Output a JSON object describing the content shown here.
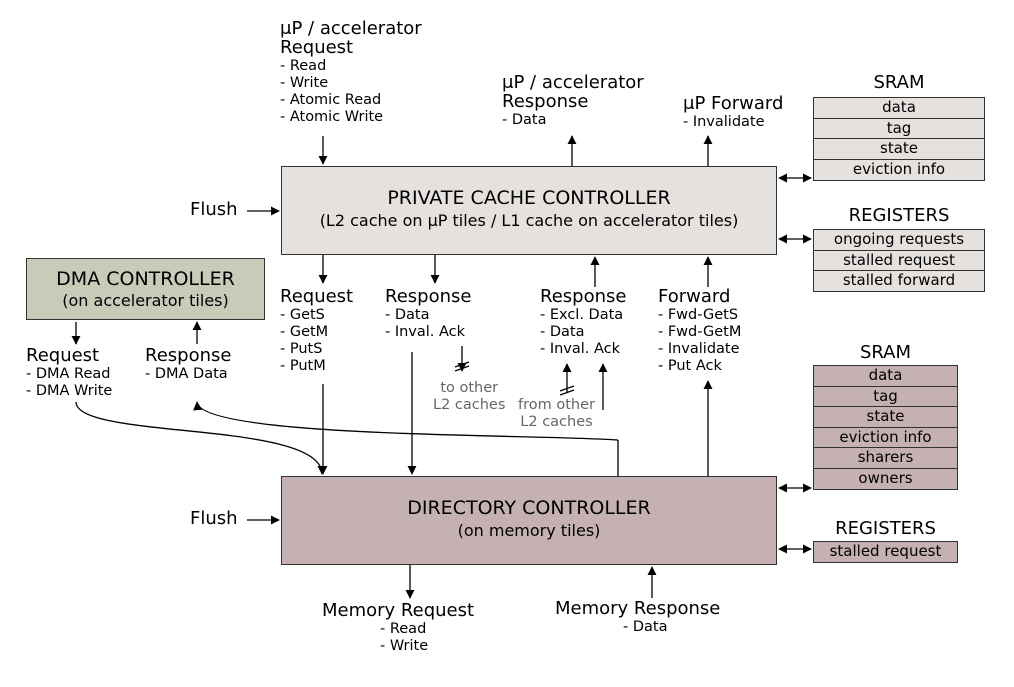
{
  "private_cache_controller": {
    "title": "PRIVATE CACHE CONTROLLER",
    "subtitle": "(L2 cache on μP tiles / L1 cache on accelerator tiles)"
  },
  "directory_controller": {
    "title": "DIRECTORY CONTROLLER",
    "subtitle": "(on memory tiles)"
  },
  "dma_controller": {
    "title": "DMA CONTROLLER",
    "subtitle": "(on accelerator tiles)"
  },
  "flush_labels": [
    "Flush",
    "Flush"
  ],
  "up_request": {
    "heading": [
      "μP / accelerator",
      "Request"
    ],
    "items": [
      "- Read",
      "- Write",
      "- Atomic Read",
      "- Atomic Write"
    ]
  },
  "up_response": {
    "heading": [
      "μP / accelerator",
      "Response"
    ],
    "items": [
      "- Data"
    ]
  },
  "up_forward": {
    "heading": [
      "μP Forward"
    ],
    "items": [
      "- Invalidate"
    ]
  },
  "l2_request": {
    "heading": "Request",
    "items": [
      "- GetS",
      "- GetM",
      "- PutS",
      "- PutM"
    ]
  },
  "l2_response_out": {
    "heading": "Response",
    "items": [
      "- Data",
      "- Inval. Ack"
    ]
  },
  "l2_response_in": {
    "heading": "Response",
    "items": [
      "- Excl. Data",
      "- Data",
      "- Inval. Ack"
    ]
  },
  "l2_forward": {
    "heading": "Forward",
    "items": [
      "- Fwd-GetS",
      "- Fwd-GetM",
      "- Invalidate",
      "- Put Ack"
    ]
  },
  "to_other": [
    "to other",
    "L2 caches"
  ],
  "from_other": [
    "from other",
    "L2 caches"
  ],
  "dma_request": {
    "heading": "Request",
    "items": [
      "- DMA Read",
      "- DMA Write"
    ]
  },
  "dma_response": {
    "heading": "Response",
    "items": [
      "- DMA Data"
    ]
  },
  "memory_request": {
    "heading": "Memory Request",
    "items": [
      "- Read",
      "- Write"
    ]
  },
  "memory_response": {
    "heading": "Memory Response",
    "items": [
      "- Data"
    ]
  },
  "pcc_sram": {
    "title": "SRAM",
    "fields": [
      "data",
      "tag",
      "state",
      "eviction info"
    ]
  },
  "pcc_registers": {
    "title": "REGISTERS",
    "fields": [
      "ongoing requests",
      "stalled request",
      "stalled forward"
    ]
  },
  "dir_sram": {
    "title": "SRAM",
    "fields": [
      "data",
      "tag",
      "state",
      "eviction info",
      "sharers",
      "owners"
    ]
  },
  "dir_registers": {
    "title": "REGISTERS",
    "fields": [
      "stalled request"
    ]
  },
  "colors": {
    "private_cache_fill": "#e5e1de",
    "directory_fill": "#c5b1b1",
    "dma_fill": "#c9cbb8",
    "annotation_gray": "#666666"
  }
}
